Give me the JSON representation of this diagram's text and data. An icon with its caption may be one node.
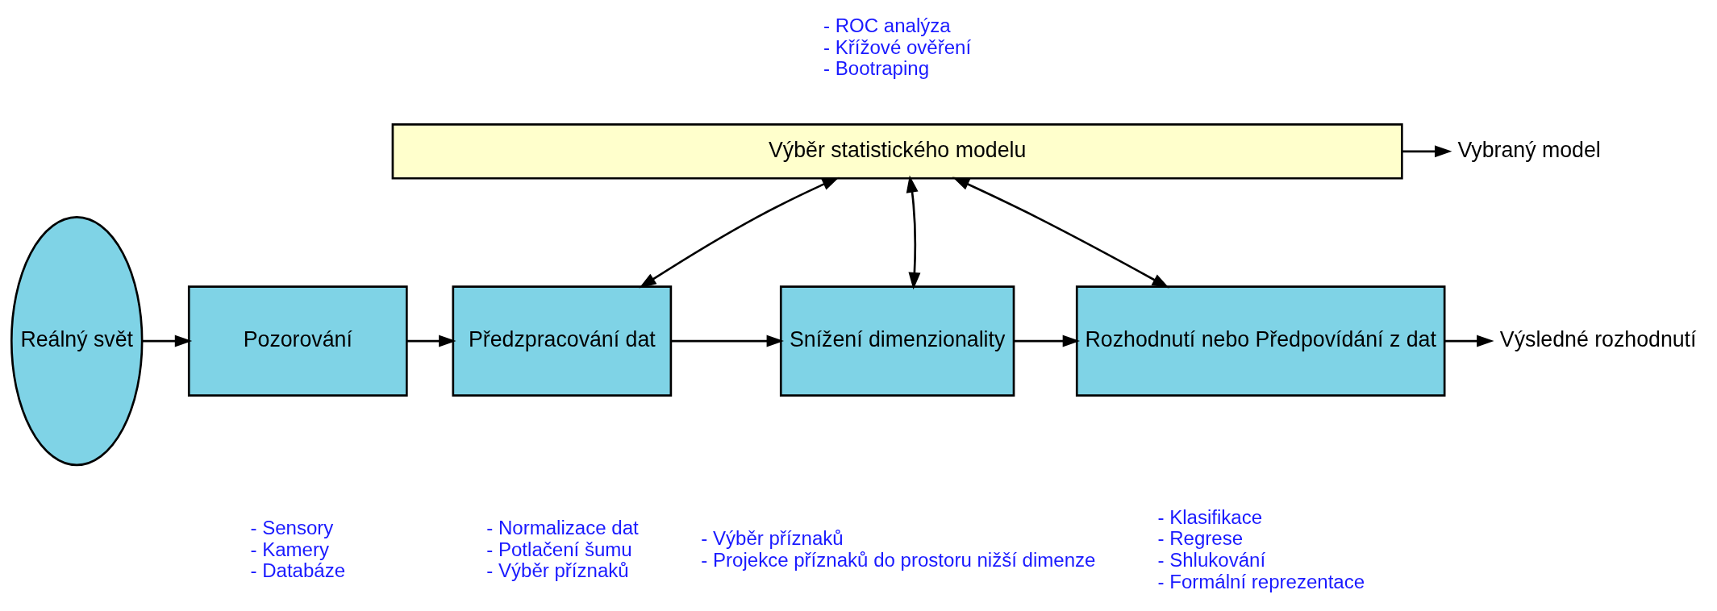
{
  "diagram": {
    "nodes": [
      {
        "text": [
          "Reálný svět"
        ]
      },
      {
        "text": [
          "Pozorování"
        ],
        "beside": [
          "- Sensory",
          "- Kamery",
          "- Databáze"
        ]
      },
      {
        "text": [
          "Předzpracování dat"
        ],
        "beside": [
          "- Normalizace dat",
          "- Potlačení šumu",
          "- Výběr příznaků"
        ]
      },
      {
        "text": [
          "Snížení dimenzionality"
        ],
        "beside": [
          "- Výběr příznaků",
          "- Projekce příznaků do prostoru nižší dimenze"
        ]
      },
      {
        "text": [
          "Rozhodnutí nebo Předpovídání z dat"
        ],
        "beside": [
          "- Klasifikace",
          "- Regrese",
          "- Shlukování",
          "- Formální reprezentace"
        ]
      },
      {
        "text": [
          "Výběr statistického modelu"
        ],
        "beside": [
          "- ROC analýza",
          "- Křížové ověření",
          "- Bootraping"
        ]
      },
      {
        "text": [
          "Výsledné rozhodnutí"
        ]
      },
      {
        "text": [
          "Vybraný model"
        ]
      }
    ],
    "edges": [
      {
        "from": 0,
        "to": 1,
        "arrow": "to"
      },
      {
        "from": 1,
        "to": 2,
        "arrow": "to"
      },
      {
        "from": 2,
        "to": 3,
        "arrow": "to"
      },
      {
        "from": 3,
        "to": 4,
        "arrow": "to"
      },
      {
        "from": 4,
        "to": 6,
        "arrow": "to"
      },
      {
        "from": 5,
        "to": 7,
        "arrow": "to"
      },
      {
        "from": 2,
        "to": 5,
        "arrow": "both"
      },
      {
        "from": 3,
        "to": 5,
        "arrow": "both"
      },
      {
        "from": 4,
        "to": 5,
        "arrow": "both"
      }
    ]
  }
}
